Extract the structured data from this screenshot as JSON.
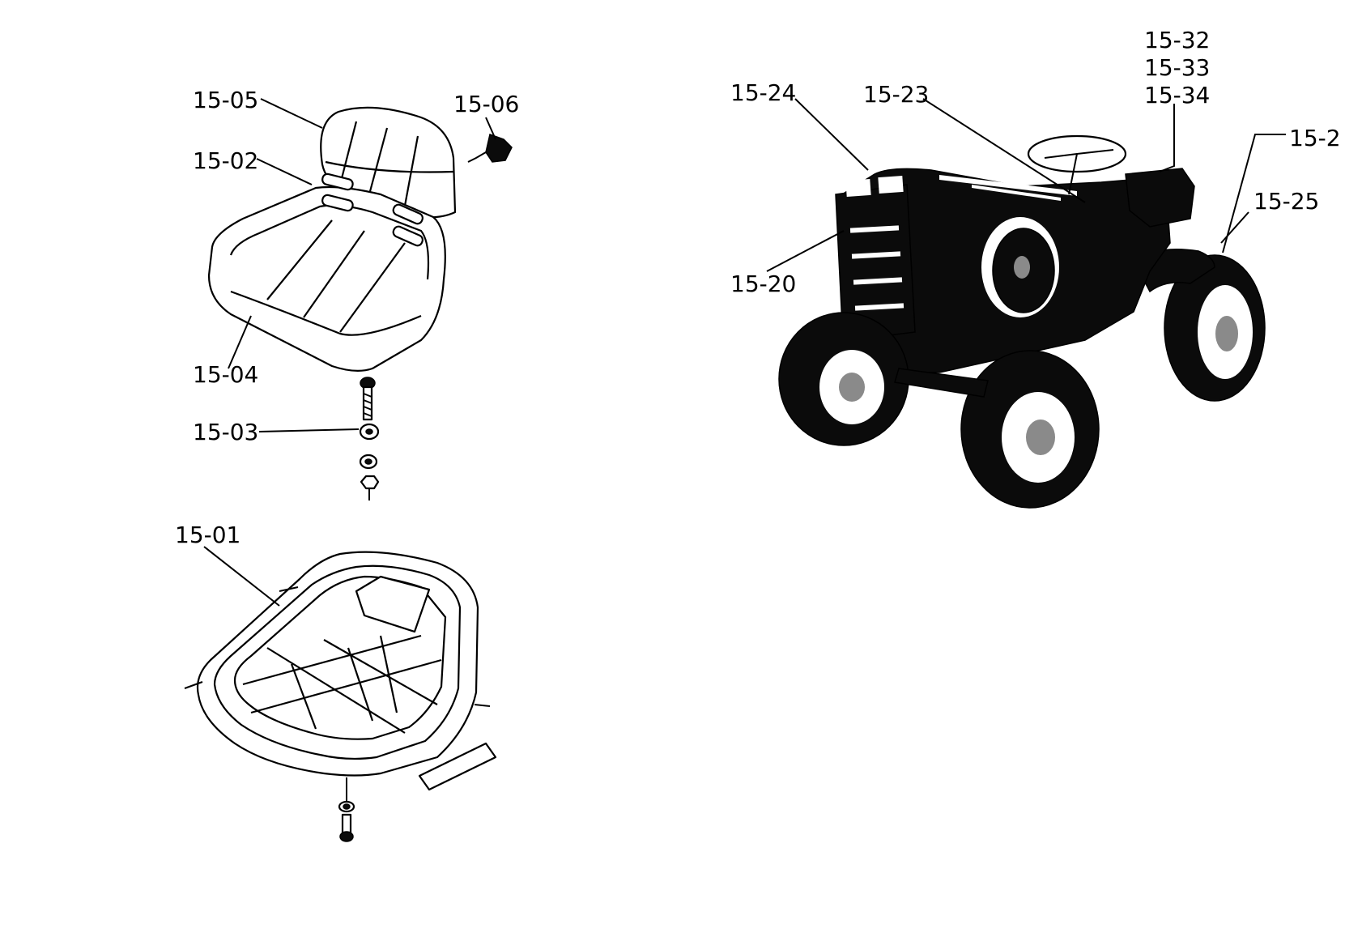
{
  "labels": {
    "l1505": "15-05",
    "l1506": "15-06",
    "l1502": "15-02",
    "l1504": "15-04",
    "l1503": "15-03",
    "l1501": "15-01",
    "l1524": "15-24",
    "l1523": "15-23",
    "l1532": "15-32",
    "l1533": "15-33",
    "l1534": "15-34",
    "l152x": "15-2",
    "l1525": "15-25",
    "l1520": "15-20"
  },
  "colors": {
    "ink": "#000000",
    "paper": "#ffffff"
  }
}
